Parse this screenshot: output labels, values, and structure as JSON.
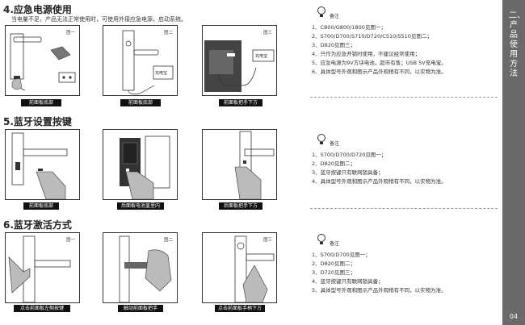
{
  "sections": [
    {
      "title": "4.应急电源使用",
      "desc": "当电量不足，产品无法正常使用时，可使用外接应急电源，启动系统。",
      "figures": [
        {
          "tag": "图一",
          "caption": "前面板底部"
        },
        {
          "tag": "图二",
          "caption": "前面板底部",
          "inner_label": "充电宝"
        },
        {
          "tag": "图三",
          "caption": "前面板把手下方",
          "inner_label": "充电宝"
        }
      ],
      "notes_label": "备注",
      "notes": [
        "1、C800/G800/1800见图一；",
        "2、S700/D700/S710/D720/C510/S510见图二；",
        "3、D820见图三；",
        "4、只作为应急开锁时使用，不建议经常使用；",
        "5、应急电源为9V方块电池，超市有售；USB 5V充电宝。",
        "6、具体型号外观和图示产品外观稍有不同，以实物为准。"
      ]
    },
    {
      "title": "5.蓝牙设置按键",
      "desc": "",
      "figures": [
        {
          "tag": "",
          "caption": "前面板底部"
        },
        {
          "tag": "",
          "caption": "后面板电池盖里内"
        },
        {
          "tag": "",
          "caption": "后面板把手下方"
        }
      ],
      "notes_label": "备注",
      "notes": [
        "1、S700/D700/D720见图一；",
        "2、D820见图二；",
        "3、蓝牙按键只有联网锁具备；",
        "4、具体型号外观和图示产品外观稍有不同，以实物为准。"
      ]
    },
    {
      "title": "6.蓝牙激活方式",
      "desc": "",
      "figures": [
        {
          "tag": "图一",
          "caption": "点击前面板左侧按键"
        },
        {
          "tag": "图二",
          "caption": "触动前面板把手"
        },
        {
          "tag": "图三",
          "caption": "点击前面板手柄下方"
        }
      ],
      "notes_label": "备注",
      "notes": [
        "1、S700/D700见图一；",
        "2、D820见图二；",
        "3、D720见图三；",
        "4、蓝牙按键只有联网锁具备；",
        "5、具体型号外观和图示产品外观稍有不同，以实物为准。"
      ]
    }
  ],
  "side_tab": {
    "title": "二、产品使用方法",
    "page": "04"
  },
  "colors": {
    "side_tab": "#6a6a6a",
    "caption_bg": "#111111"
  }
}
